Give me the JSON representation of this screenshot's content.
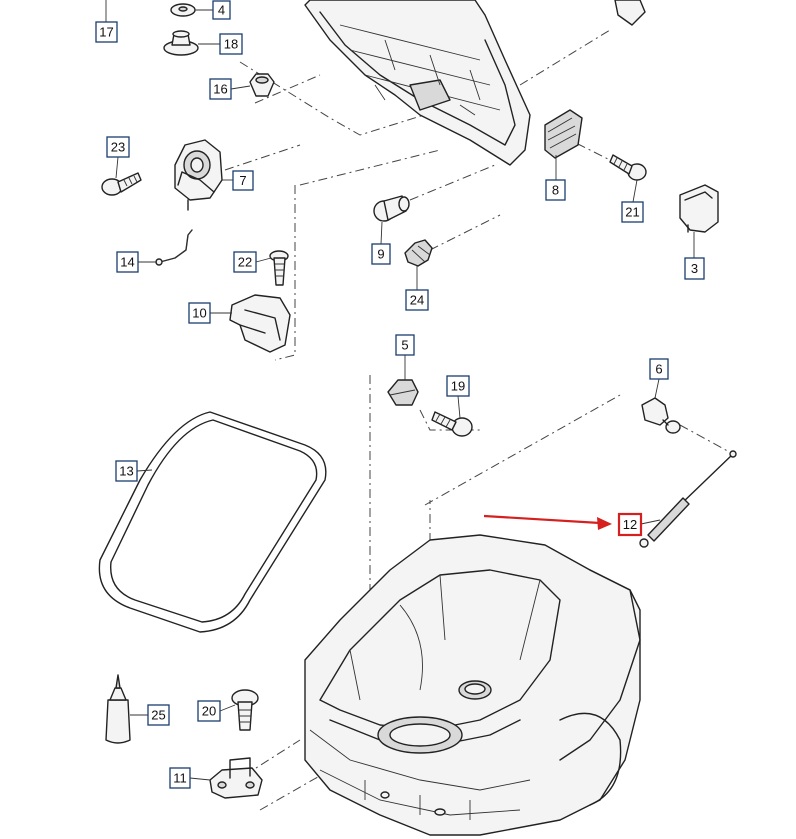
{
  "callouts": {
    "c17": "17",
    "c4": "4",
    "c18": "18",
    "c16": "16",
    "c23": "23",
    "c7": "7",
    "c14": "14",
    "c22": "22",
    "c10": "10",
    "c8": "8",
    "c21": "21",
    "c3": "3",
    "c9": "9",
    "c24": "24",
    "c5": "5",
    "c19": "19",
    "c6": "6",
    "c13": "13",
    "c12": "12",
    "c25": "25",
    "c20": "20",
    "c11": "11"
  },
  "highlight": {
    "callout": "12",
    "color": "#d62020"
  },
  "colors": {
    "line": "#222222",
    "callout_border": "#1a3d6e",
    "highlight": "#d62020"
  }
}
